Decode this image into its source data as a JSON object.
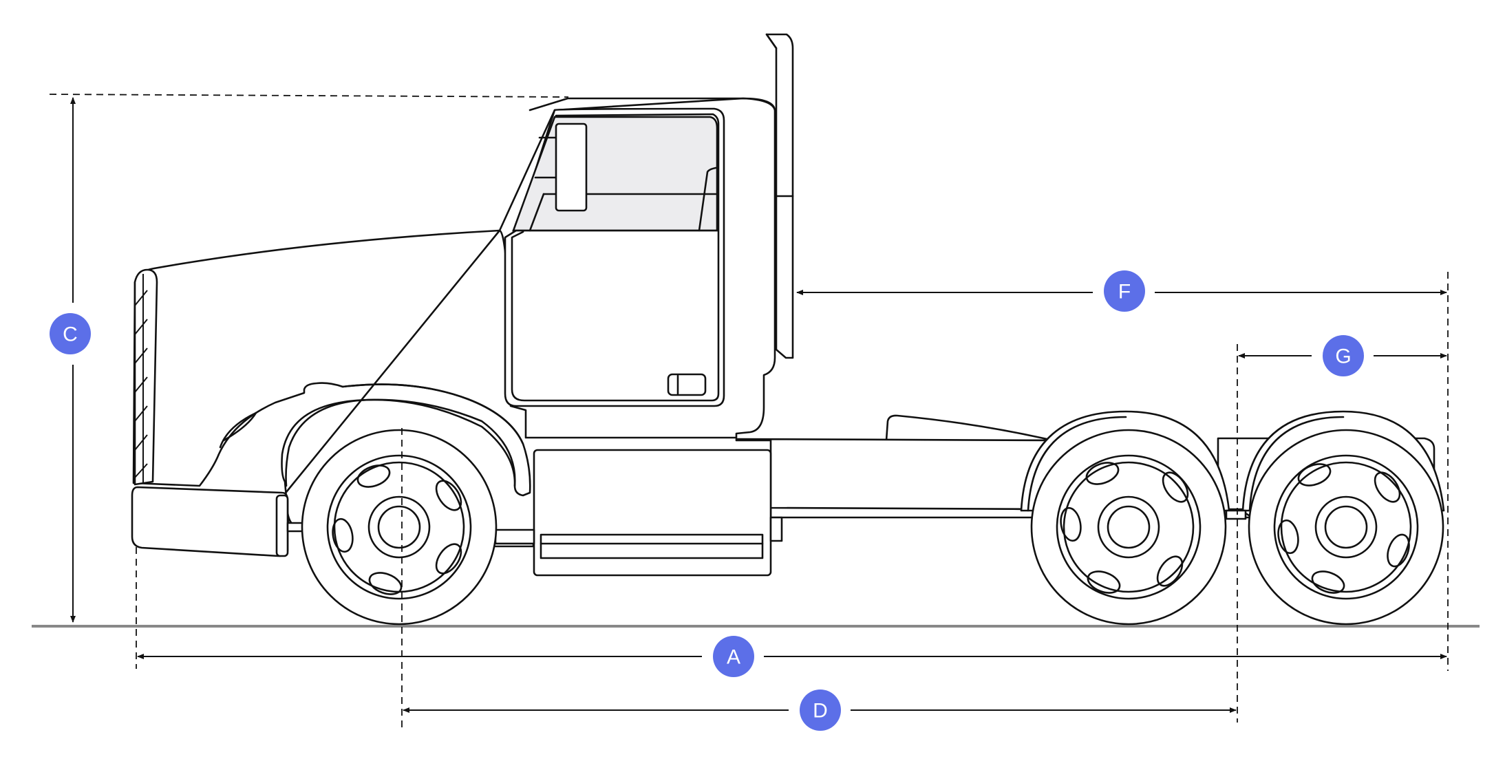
{
  "labels": {
    "overall_length": "A",
    "overall_height": "C",
    "wheelbase": "D",
    "back_of_cab_to_end": "F",
    "rear_overhang": "G"
  },
  "colors": {
    "badge": "#5c6fe8",
    "badge_text": "#ffffff",
    "line": "#111111",
    "ground": "#888888",
    "glass": "#ececee"
  }
}
